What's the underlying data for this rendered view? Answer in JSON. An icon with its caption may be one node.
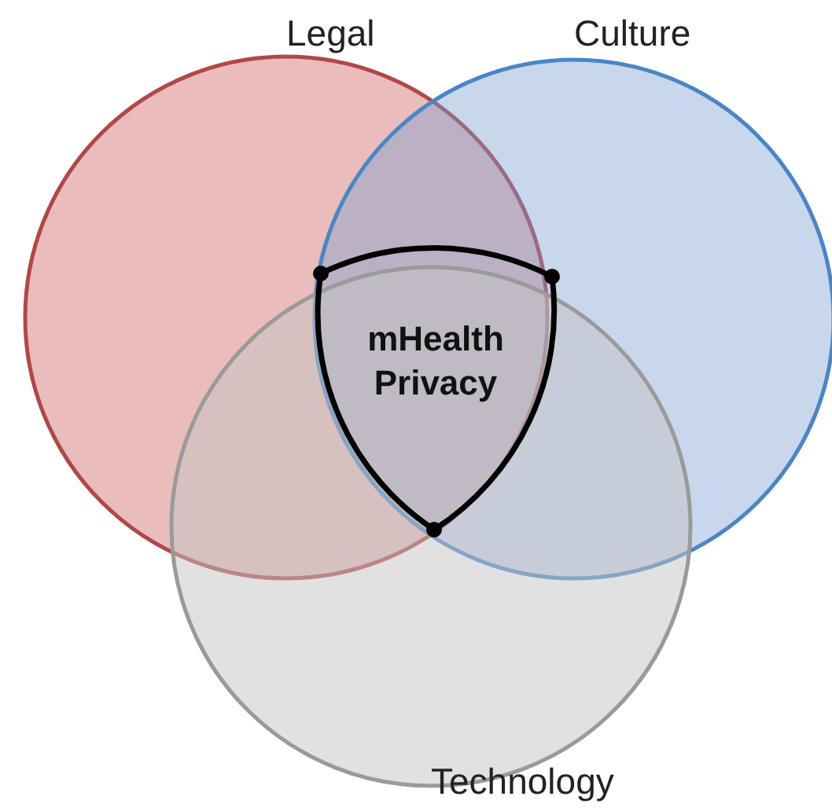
{
  "diagram": {
    "nodes": [
      {
        "text": [
          "Legal"
        ]
      },
      {
        "text": [
          "Culture"
        ]
      },
      {
        "text": [
          "Technology"
        ]
      },
      {
        "text": [
          "mHealth Privacy"
        ]
      }
    ],
    "edges": []
  }
}
